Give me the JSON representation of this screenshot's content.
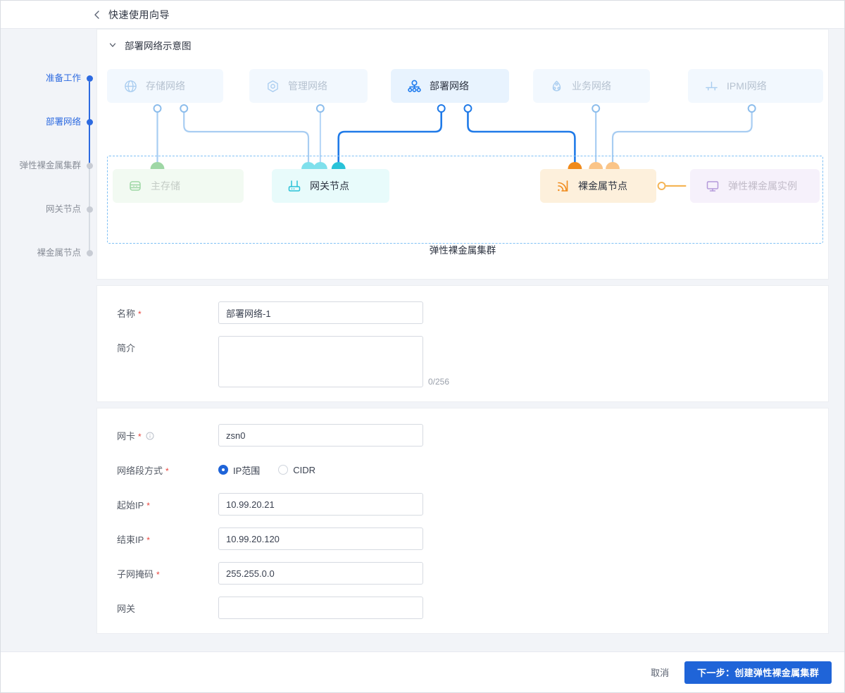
{
  "header": {
    "back_icon": "chevron-left-icon",
    "title": "快速使用向导"
  },
  "steps": [
    {
      "label": "准备工作",
      "state": "active"
    },
    {
      "label": "部署网络",
      "state": "active"
    },
    {
      "label": "弹性裸金属集群",
      "state": "inactive"
    },
    {
      "label": "网关节点",
      "state": "inactive"
    },
    {
      "label": "裸金属节点",
      "state": "inactive"
    }
  ],
  "diagram": {
    "collapse_icon": "chevron-down-icon",
    "title": "部署网络示意图",
    "cluster_label": "弹性裸金属集群",
    "networks": [
      {
        "label": "存储网络",
        "icon": "globe-icon",
        "state": "dimmed"
      },
      {
        "label": "管理网络",
        "icon": "hexagon-target-icon",
        "state": "dimmed"
      },
      {
        "label": "部署网络",
        "icon": "share-nodes-icon",
        "state": "active"
      },
      {
        "label": "业务网络",
        "icon": "cloud-nodes-icon",
        "state": "dimmed"
      },
      {
        "label": "IPMI网络",
        "icon": "ipmi-port-icon",
        "state": "dimmed"
      }
    ],
    "nodes": [
      {
        "label": "主存储",
        "icon": "database-icon",
        "state": "dimmed"
      },
      {
        "label": "网关节点",
        "icon": "router-icon",
        "state": "active"
      },
      {
        "label": "裸金属节点",
        "icon": "signal-square-icon",
        "state": "active"
      },
      {
        "label": "弹性裸金属实例",
        "icon": "monitor-icon",
        "state": "dimmed"
      }
    ]
  },
  "form_basic": {
    "name": {
      "label": "名称",
      "required": "*",
      "value": "部署网络-1",
      "placeholder": ""
    },
    "desc": {
      "label": "简介",
      "value": "",
      "placeholder": "",
      "counter": "0/256"
    }
  },
  "form_network": {
    "nic": {
      "label": "网卡",
      "required": "*",
      "info_icon": "info-circle-icon",
      "value": "zsn0",
      "placeholder": ""
    },
    "segment_mode": {
      "label": "网络段方式",
      "required": "*",
      "options": [
        {
          "label": "IP范围",
          "selected": true
        },
        {
          "label": "CIDR",
          "selected": false
        }
      ]
    },
    "start_ip": {
      "label": "起始IP",
      "required": "*",
      "value": "10.99.20.21",
      "placeholder": ""
    },
    "end_ip": {
      "label": "结束IP",
      "required": "*",
      "value": "10.99.20.120",
      "placeholder": ""
    },
    "netmask": {
      "label": "子网掩码",
      "required": "*",
      "value": "255.255.0.0",
      "placeholder": ""
    },
    "gateway": {
      "label": "网关",
      "required": "",
      "value": "",
      "placeholder": ""
    }
  },
  "footer": {
    "cancel_label": "取消",
    "next_label": "下一步：创建弹性裸金属集群"
  },
  "colors": {
    "primary": "#1f64d8",
    "step_active": "#2d6ae0",
    "required": "#e8443c",
    "link_blue": "#1e7bee",
    "gateway_cyan": "#29c2d8",
    "bare_orange": "#f08a1b",
    "storage_green": "#9ed7a5",
    "instance_purple": "#b49ada",
    "dash_border": "#7fc0f5"
  }
}
